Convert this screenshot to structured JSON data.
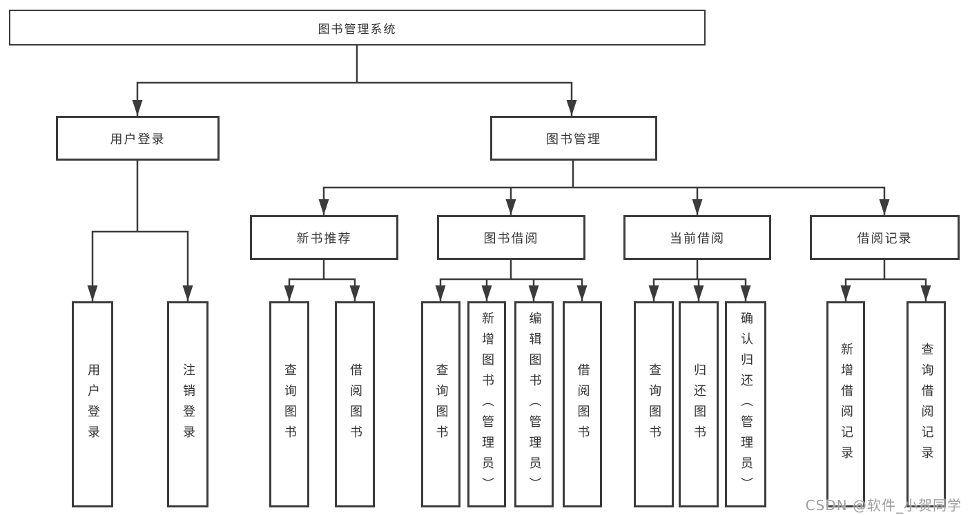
{
  "diagram_title": "图书管理系统",
  "colors": {
    "line": "#3b3b3b",
    "box_border": "#3b3b3b",
    "text": "#333333",
    "watermark": "#9e9e9e",
    "background": "#ffffff"
  },
  "tree": {
    "root": {
      "label": "图书管理系统"
    },
    "branches": [
      {
        "label": "用户登录",
        "children": [
          {
            "label": "用户登录"
          },
          {
            "label": "注销登录"
          }
        ]
      },
      {
        "label": "图书管理",
        "children": [
          {
            "label": "新书推荐",
            "children": [
              {
                "label": "查询图书"
              },
              {
                "label": "借阅图书"
              }
            ]
          },
          {
            "label": "图书借阅",
            "children": [
              {
                "label": "查询图书"
              },
              {
                "label": "新增图书（管理员）"
              },
              {
                "label": "编辑图书（管理员）"
              },
              {
                "label": "借阅图书"
              }
            ]
          },
          {
            "label": "当前借阅",
            "children": [
              {
                "label": "查询图书"
              },
              {
                "label": "归还图书"
              },
              {
                "label": "确认归还（管理员）"
              }
            ]
          },
          {
            "label": "借阅记录",
            "children": [
              {
                "label": "新增借阅记录"
              },
              {
                "label": "查询借阅记录"
              }
            ]
          }
        ]
      }
    ]
  },
  "watermark": "CSDN @软件_小贺同学"
}
